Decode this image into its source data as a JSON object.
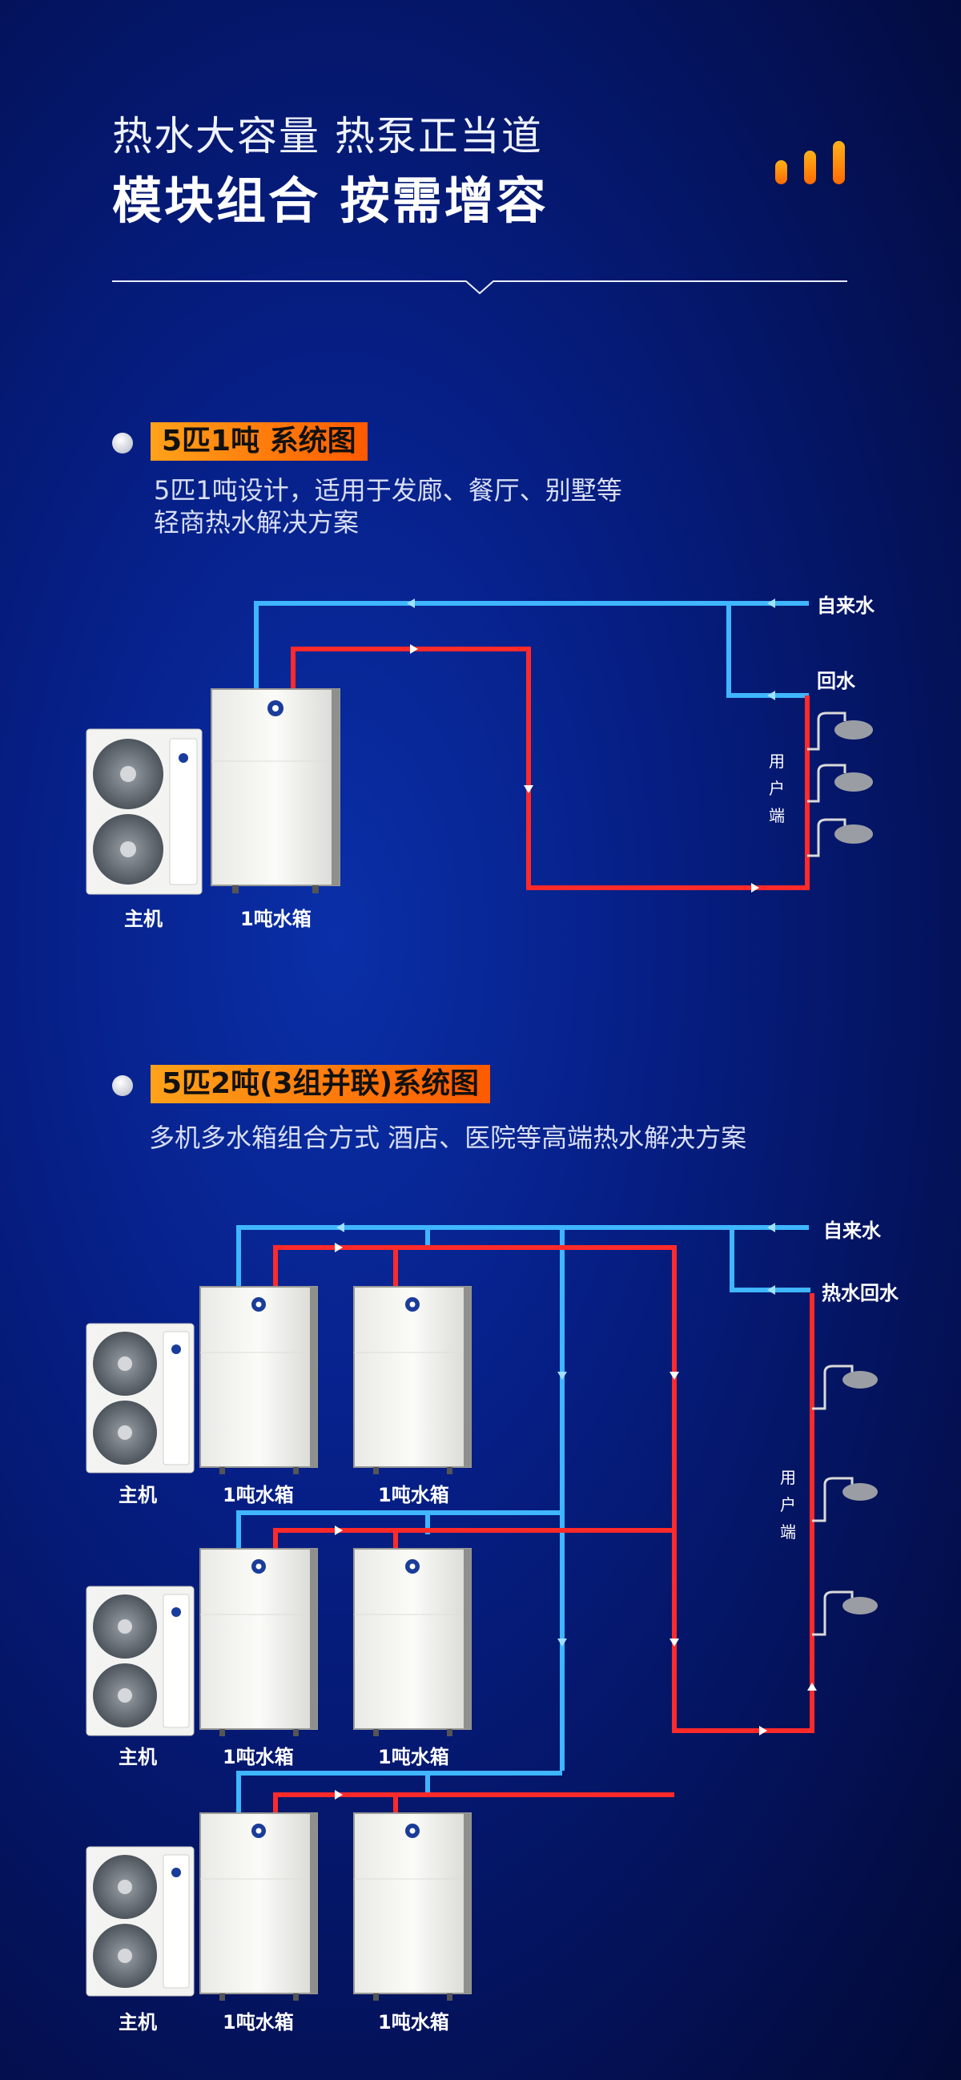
{
  "header": {
    "line1": "热水大容量  热泵正当道",
    "line2": "模块组合 按需增容"
  },
  "section1": {
    "tag": "5匹1吨 系统图",
    "desc_line1": "5匹1吨设计，适用于发廊、餐厅、别墅等",
    "desc_line2": "轻商热水解决方案",
    "label_tap_water": "自来水",
    "label_return": "回水",
    "label_user_end": [
      "用",
      "户",
      "端"
    ],
    "label_host": "主机",
    "label_tank": "1吨水箱"
  },
  "section2": {
    "tag": "5匹2吨(3组并联)系统图",
    "desc": "多机多水箱组合方式  酒店、医院等高端热水解决方案",
    "label_tap_water": "自来水",
    "label_hot_return": "热水回水",
    "label_user_end": [
      "用",
      "户",
      "端"
    ],
    "label_host": "主机",
    "label_tank": "1吨水箱"
  },
  "colors": {
    "cold_pipe": "#3fb6ff",
    "hot_pipe": "#ff2a2a",
    "accent": "#ff7a00"
  }
}
